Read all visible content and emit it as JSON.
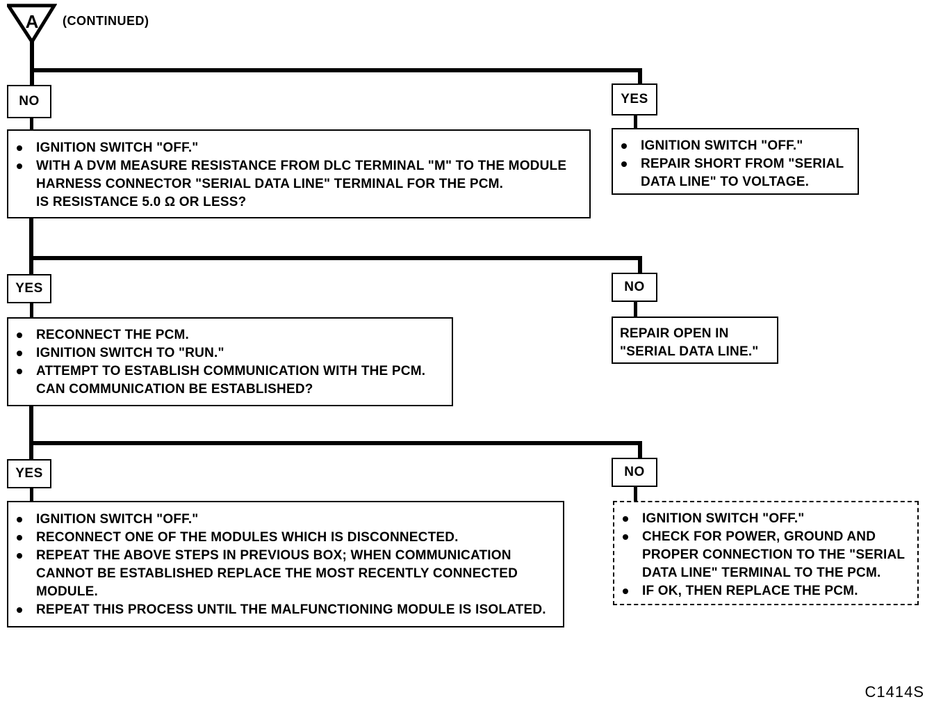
{
  "header": {
    "connector_letter": "A",
    "continued": "(CONTINUED)"
  },
  "labels": {
    "l1_no": "NO",
    "l1_yes": "YES",
    "l2_yes": "YES",
    "l2_no": "NO",
    "l3_yes": "YES",
    "l3_no": "NO"
  },
  "boxes": {
    "b1": [
      "IGNITION SWITCH \"OFF.\"",
      "WITH A DVM MEASURE RESISTANCE FROM DLC TERMINAL \"M\" TO THE MODULE HARNESS CONNECTOR \"SERIAL DATA LINE\" TERMINAL FOR THE PCM."
    ],
    "b1_question": "IS RESISTANCE 5.0 Ω OR LESS?",
    "b2": [
      "IGNITION SWITCH \"OFF.\"",
      "REPAIR SHORT FROM \"SERIAL DATA LINE\" TO VOLTAGE."
    ],
    "b3": [
      "RECONNECT THE PCM.",
      "IGNITION SWITCH TO \"RUN.\"",
      "ATTEMPT TO ESTABLISH COMMUNICATION WITH THE PCM."
    ],
    "b3_question": "CAN COMMUNICATION BE ESTABLISHED?",
    "b4": "REPAIR OPEN IN \"SERIAL DATA LINE.\"",
    "b5": [
      "IGNITION SWITCH \"OFF.\"",
      "RECONNECT ONE OF THE MODULES WHICH IS DISCONNECTED.",
      "REPEAT THE ABOVE STEPS IN PREVIOUS BOX; WHEN COMMUNICATION CANNOT BE ESTABLISHED REPLACE THE MOST RECENTLY CONNECTED MODULE.",
      "REPEAT THIS PROCESS UNTIL THE MALFUNCTIONING MODULE IS ISOLATED."
    ],
    "b6": [
      "IGNITION SWITCH \"OFF.\"",
      "CHECK FOR POWER, GROUND AND PROPER CONNECTION TO THE \"SERIAL DATA LINE\" TERMINAL TO THE PCM.",
      "IF OK, THEN REPLACE THE PCM."
    ]
  },
  "figure_code": "C1414S"
}
